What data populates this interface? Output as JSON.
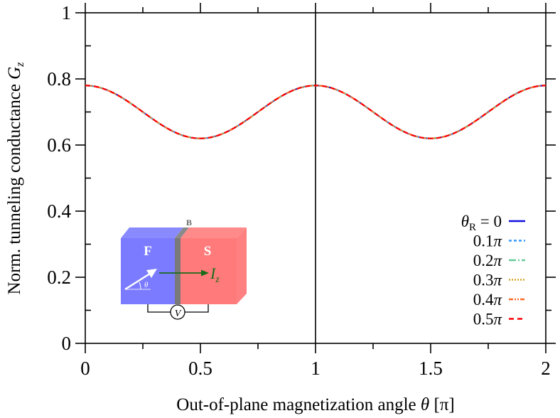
{
  "chart_data": {
    "type": "line",
    "title": "",
    "xlabel": "Out-of-plane magnetization angle θ [π]",
    "ylabel": "Norm. tunneling conductance G_z",
    "xlim": [
      0,
      2
    ],
    "ylim": [
      0,
      1
    ],
    "x_ticks": [
      "0",
      "0.5",
      "1",
      "1.5",
      "2"
    ],
    "y_ticks": [
      "0",
      "0.2",
      "0.4",
      "0.6",
      "0.8",
      "1"
    ],
    "grid": false,
    "vertical_line_at": 1,
    "legend_position": "lower right",
    "x": [
      0,
      0.1,
      0.2,
      0.3,
      0.4,
      0.5,
      0.6,
      0.7,
      0.8,
      0.9,
      1.0,
      1.1,
      1.2,
      1.3,
      1.4,
      1.5,
      1.6,
      1.7,
      1.8,
      1.9,
      2.0
    ],
    "series": [
      {
        "name": "θR = 0",
        "color": "#1010e0",
        "dash": "solid",
        "values": [
          0.78,
          0.765,
          0.725,
          0.675,
          0.635,
          0.62,
          0.635,
          0.675,
          0.725,
          0.765,
          0.78,
          0.765,
          0.725,
          0.675,
          0.635,
          0.62,
          0.635,
          0.675,
          0.725,
          0.765,
          0.78
        ]
      },
      {
        "name": "0.1π",
        "color": "#3399ff",
        "dash": "dashed-short",
        "values": [
          0.78,
          0.765,
          0.725,
          0.675,
          0.635,
          0.62,
          0.635,
          0.675,
          0.725,
          0.765,
          0.78,
          0.765,
          0.725,
          0.675,
          0.635,
          0.62,
          0.635,
          0.675,
          0.725,
          0.765,
          0.78
        ]
      },
      {
        "name": "0.2π",
        "color": "#66cc99",
        "dash": "dash-dot",
        "values": [
          0.78,
          0.765,
          0.725,
          0.675,
          0.635,
          0.62,
          0.635,
          0.675,
          0.725,
          0.765,
          0.78,
          0.765,
          0.725,
          0.675,
          0.635,
          0.62,
          0.635,
          0.675,
          0.725,
          0.765,
          0.78
        ]
      },
      {
        "name": "0.3π",
        "color": "#d4a62a",
        "dash": "dotted",
        "values": [
          0.78,
          0.765,
          0.725,
          0.675,
          0.635,
          0.62,
          0.635,
          0.675,
          0.725,
          0.765,
          0.78,
          0.765,
          0.725,
          0.675,
          0.635,
          0.62,
          0.635,
          0.675,
          0.725,
          0.765,
          0.78
        ]
      },
      {
        "name": "0.4π",
        "color": "#ff6a2a",
        "dash": "dash-dot-dot",
        "values": [
          0.78,
          0.765,
          0.725,
          0.675,
          0.635,
          0.62,
          0.635,
          0.675,
          0.725,
          0.765,
          0.78,
          0.765,
          0.725,
          0.675,
          0.635,
          0.62,
          0.635,
          0.675,
          0.725,
          0.765,
          0.78
        ]
      },
      {
        "name": "0.5π",
        "color": "#ff0000",
        "dash": "dashed",
        "values": [
          0.78,
          0.765,
          0.725,
          0.675,
          0.635,
          0.62,
          0.635,
          0.675,
          0.725,
          0.765,
          0.78,
          0.765,
          0.725,
          0.675,
          0.635,
          0.62,
          0.635,
          0.675,
          0.725,
          0.765,
          0.78
        ]
      }
    ],
    "annotations": [
      "Inset schematic: F | B | S junction with magnetization arrow at angle θ, current I_z, voltmeter V"
    ]
  },
  "axes": {
    "x_tick_labels": [
      "0",
      "0.5",
      "1",
      "1.5",
      "2"
    ],
    "y_tick_labels": [
      "0",
      "0.2",
      "0.4",
      "0.6",
      "0.8",
      "1"
    ],
    "xlabel_main": "Out-of-plane magnetization angle ",
    "xlabel_theta": "θ",
    "xlabel_unit": " [π]",
    "ylabel_main": "Norm. tunneling conductance ",
    "ylabel_sym": "G",
    "ylabel_sub": "z"
  },
  "legend": {
    "entries": [
      {
        "label": "0",
        "prefix_sym": "θ",
        "prefix_sub": "R",
        "prefix_eq": " = ",
        "color": "#1010e0"
      },
      {
        "label": "0.1π",
        "color": "#3399ff"
      },
      {
        "label": "0.2π",
        "color": "#66cc99"
      },
      {
        "label": "0.3π",
        "color": "#d4a62a"
      },
      {
        "label": "0.4π",
        "color": "#ff6a2a"
      },
      {
        "label": "0.5π",
        "color": "#ff0000"
      }
    ]
  },
  "inset": {
    "ferromagnet_label": "F",
    "superconductor_label": "S",
    "barrier_label": "B",
    "current_label": "I",
    "current_sub": "z",
    "angle_label": "θ",
    "voltmeter_label": "V",
    "colors": {
      "ferromagnet": "#7b7bff",
      "superconductor": "#ff7b7b",
      "barrier": "#7a7a7a",
      "current_arrow": "#1a6b1a"
    }
  }
}
